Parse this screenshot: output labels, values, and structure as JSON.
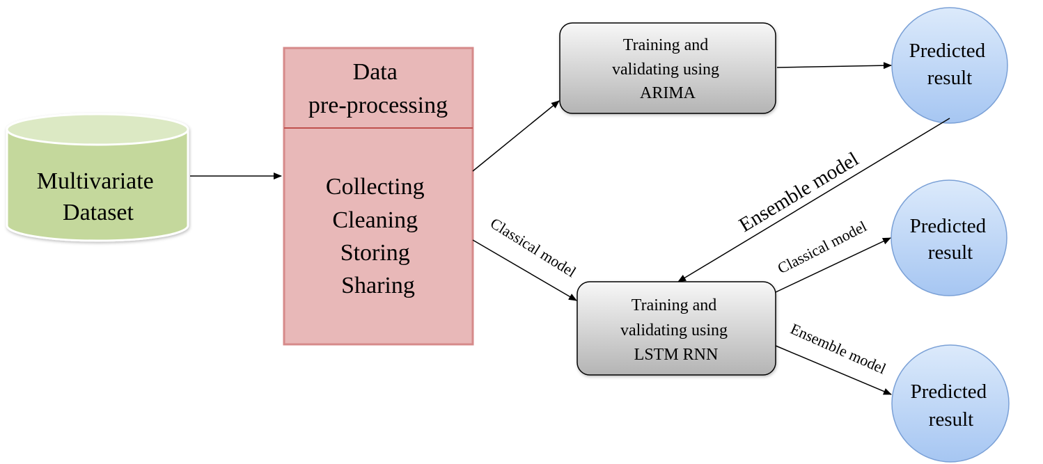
{
  "nodes": {
    "dataset": {
      "lines": [
        "Multivariate",
        "Dataset"
      ]
    },
    "preprocessing": {
      "header_lines": [
        "Data",
        "pre-processing"
      ],
      "body_lines": [
        "Collecting",
        "Cleaning",
        "Storing",
        "Sharing"
      ]
    },
    "arima": {
      "lines": [
        "Training and",
        "validating using",
        "ARIMA"
      ]
    },
    "lstm": {
      "lines": [
        "Training and",
        "validating using",
        "LSTM RNN"
      ]
    },
    "result_top": {
      "lines": [
        "Predicted",
        "result"
      ]
    },
    "result_mid": {
      "lines": [
        "Predicted",
        "result"
      ]
    },
    "result_bottom": {
      "lines": [
        "Predicted",
        "result"
      ]
    }
  },
  "edges": {
    "pre_to_lstm": "Classical model",
    "result_to_lstm": "Ensemble model",
    "lstm_to_mid": "Classical model",
    "lstm_to_bottom": "Ensemble model"
  },
  "colors": {
    "dataset_fill": "#c4d89c",
    "dataset_top": "#dce9c4",
    "preprocessing_fill": "#e8b8b8",
    "preprocessing_border": "#d68a8a",
    "preprocessing_divider": "#c0504d",
    "box_top": "#f7f7f7",
    "box_bottom": "#b4b4b4",
    "circle_top": "#dceafb",
    "circle_bottom": "#a6c6f2",
    "circle_border": "#7aa0d6"
  }
}
